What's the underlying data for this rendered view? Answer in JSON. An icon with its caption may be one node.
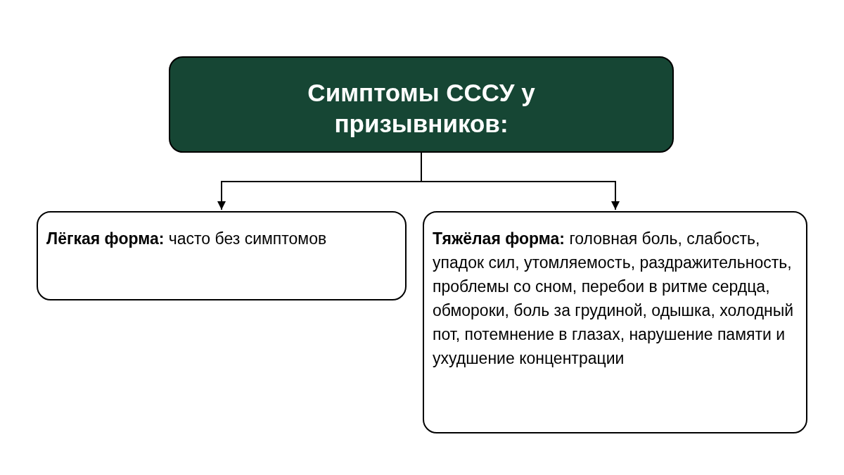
{
  "diagram": {
    "nodes": [
      {
        "text": [
          "Симптомы СССУ у призывников:"
        ]
      },
      {
        "text": [
          "**Лёгкая форма:** часто без симптомов"
        ]
      },
      {
        "text": [
          "**Тяжёлая форма:**  головная боль, слабость, упадок сил, утомляемость, раздражительность, проблемы со сном, перебои в ритме сердца, обмороки, боль за грудиной, одышка, холодный пот, потемнение в глазах, нарушение памяти и ухудшение концентрации"
        ]
      }
    ],
    "edges": [
      {
        "from": 0,
        "to": 1,
        "arrow": "to"
      },
      {
        "from": 0,
        "to": 2,
        "arrow": "to"
      }
    ]
  }
}
